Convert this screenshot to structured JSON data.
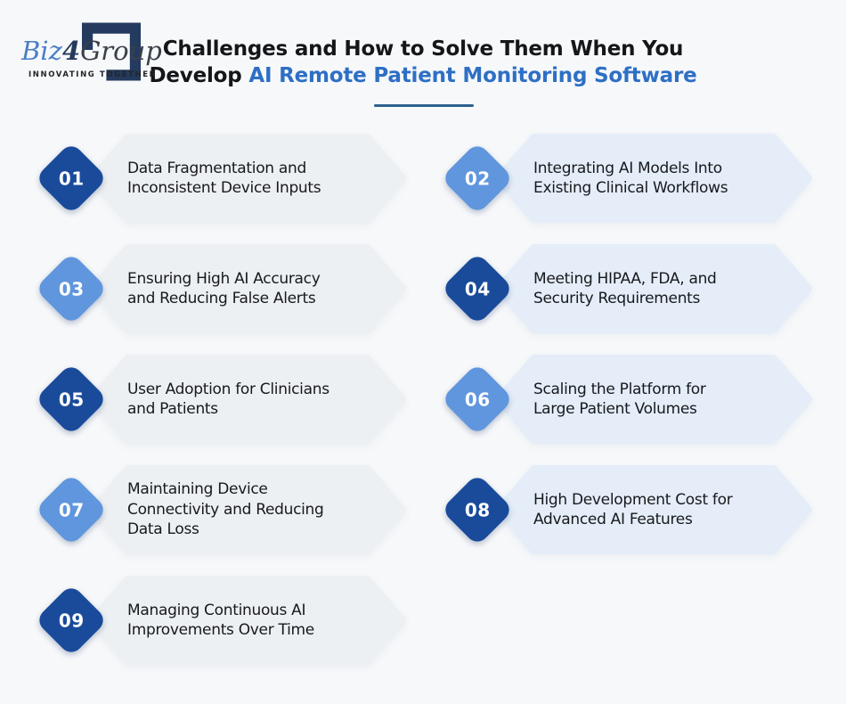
{
  "logo": {
    "brand_prefix": "Biz",
    "brand_digit": "4",
    "brand_suffix": "Group",
    "tagline": "INNOVATING TOGETHER"
  },
  "header": {
    "title_line1": "Challenges and How to Solve Them When You",
    "title_line2_prefix": "Develop ",
    "title_line2_highlight": "AI Remote Patient Monitoring Software"
  },
  "items": [
    {
      "number": "01",
      "lines": [
        "Data Fragmentation and",
        "Inconsistent Device Inputs"
      ],
      "diamond": "dark",
      "banner": "gray",
      "col": "left",
      "row": 1
    },
    {
      "number": "02",
      "lines": [
        "Integrating AI Models Into",
        "Existing Clinical Workflows"
      ],
      "diamond": "light",
      "banner": "blue",
      "col": "right",
      "row": 1
    },
    {
      "number": "03",
      "lines": [
        "Ensuring High AI Accuracy",
        "and Reducing False Alerts"
      ],
      "diamond": "light",
      "banner": "gray",
      "col": "left",
      "row": 2
    },
    {
      "number": "04",
      "lines": [
        "Meeting HIPAA, FDA, and",
        "Security Requirements"
      ],
      "diamond": "dark",
      "banner": "blue",
      "col": "right",
      "row": 2
    },
    {
      "number": "05",
      "lines": [
        "User Adoption for Clinicians",
        "and Patients"
      ],
      "diamond": "dark",
      "banner": "gray",
      "col": "left",
      "row": 3
    },
    {
      "number": "06",
      "lines": [
        "Scaling the Platform for",
        "Large Patient Volumes"
      ],
      "diamond": "light",
      "banner": "blue",
      "col": "right",
      "row": 3
    },
    {
      "number": "07",
      "lines": [
        "Maintaining Device",
        "Connectivity and Reducing",
        "Data Loss"
      ],
      "diamond": "light",
      "banner": "gray",
      "col": "left",
      "row": 4
    },
    {
      "number": "08",
      "lines": [
        "High Development Cost for",
        "Advanced AI Features"
      ],
      "diamond": "dark",
      "banner": "blue",
      "col": "right",
      "row": 4
    },
    {
      "number": "09",
      "lines": [
        "Managing Continuous AI",
        "Improvements Over Time"
      ],
      "diamond": "dark",
      "banner": "gray",
      "col": "left",
      "row": 5
    }
  ],
  "colors": {
    "page_bg": "#f6f8fa",
    "banner_gray": "#edf0f3",
    "banner_blue": "#e4edf8",
    "diamond_dark": "#1a4b9b",
    "diamond_light": "#6096dd",
    "title_dark": "#14161a",
    "accent_blue": "#2e6fc4",
    "underline": "#2d608f",
    "item_text": "#17191d",
    "logo_navy": "#243a5e",
    "logo_blue": "#4a7fc4",
    "logo_gray": "#3a4049",
    "tagline_color": "#22252a"
  }
}
